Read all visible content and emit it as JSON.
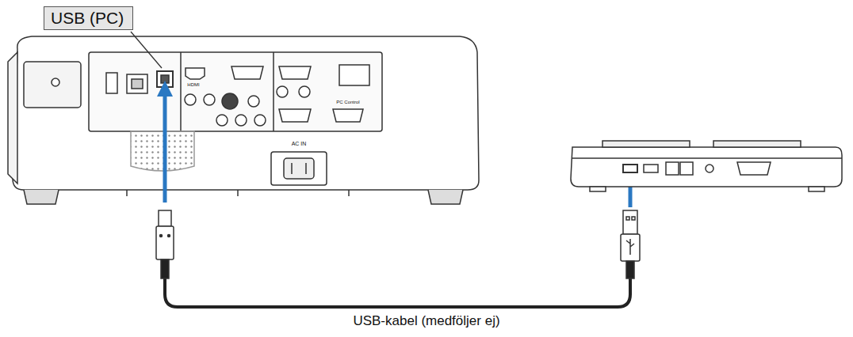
{
  "diagram": {
    "nodes": [
      {
        "text": [
          "USB (PC)"
        ]
      }
    ],
    "labels": [
      "USB-kabel (medföljer ej)",
      "HDMI",
      "PC Control",
      "AC IN"
    ]
  }
}
